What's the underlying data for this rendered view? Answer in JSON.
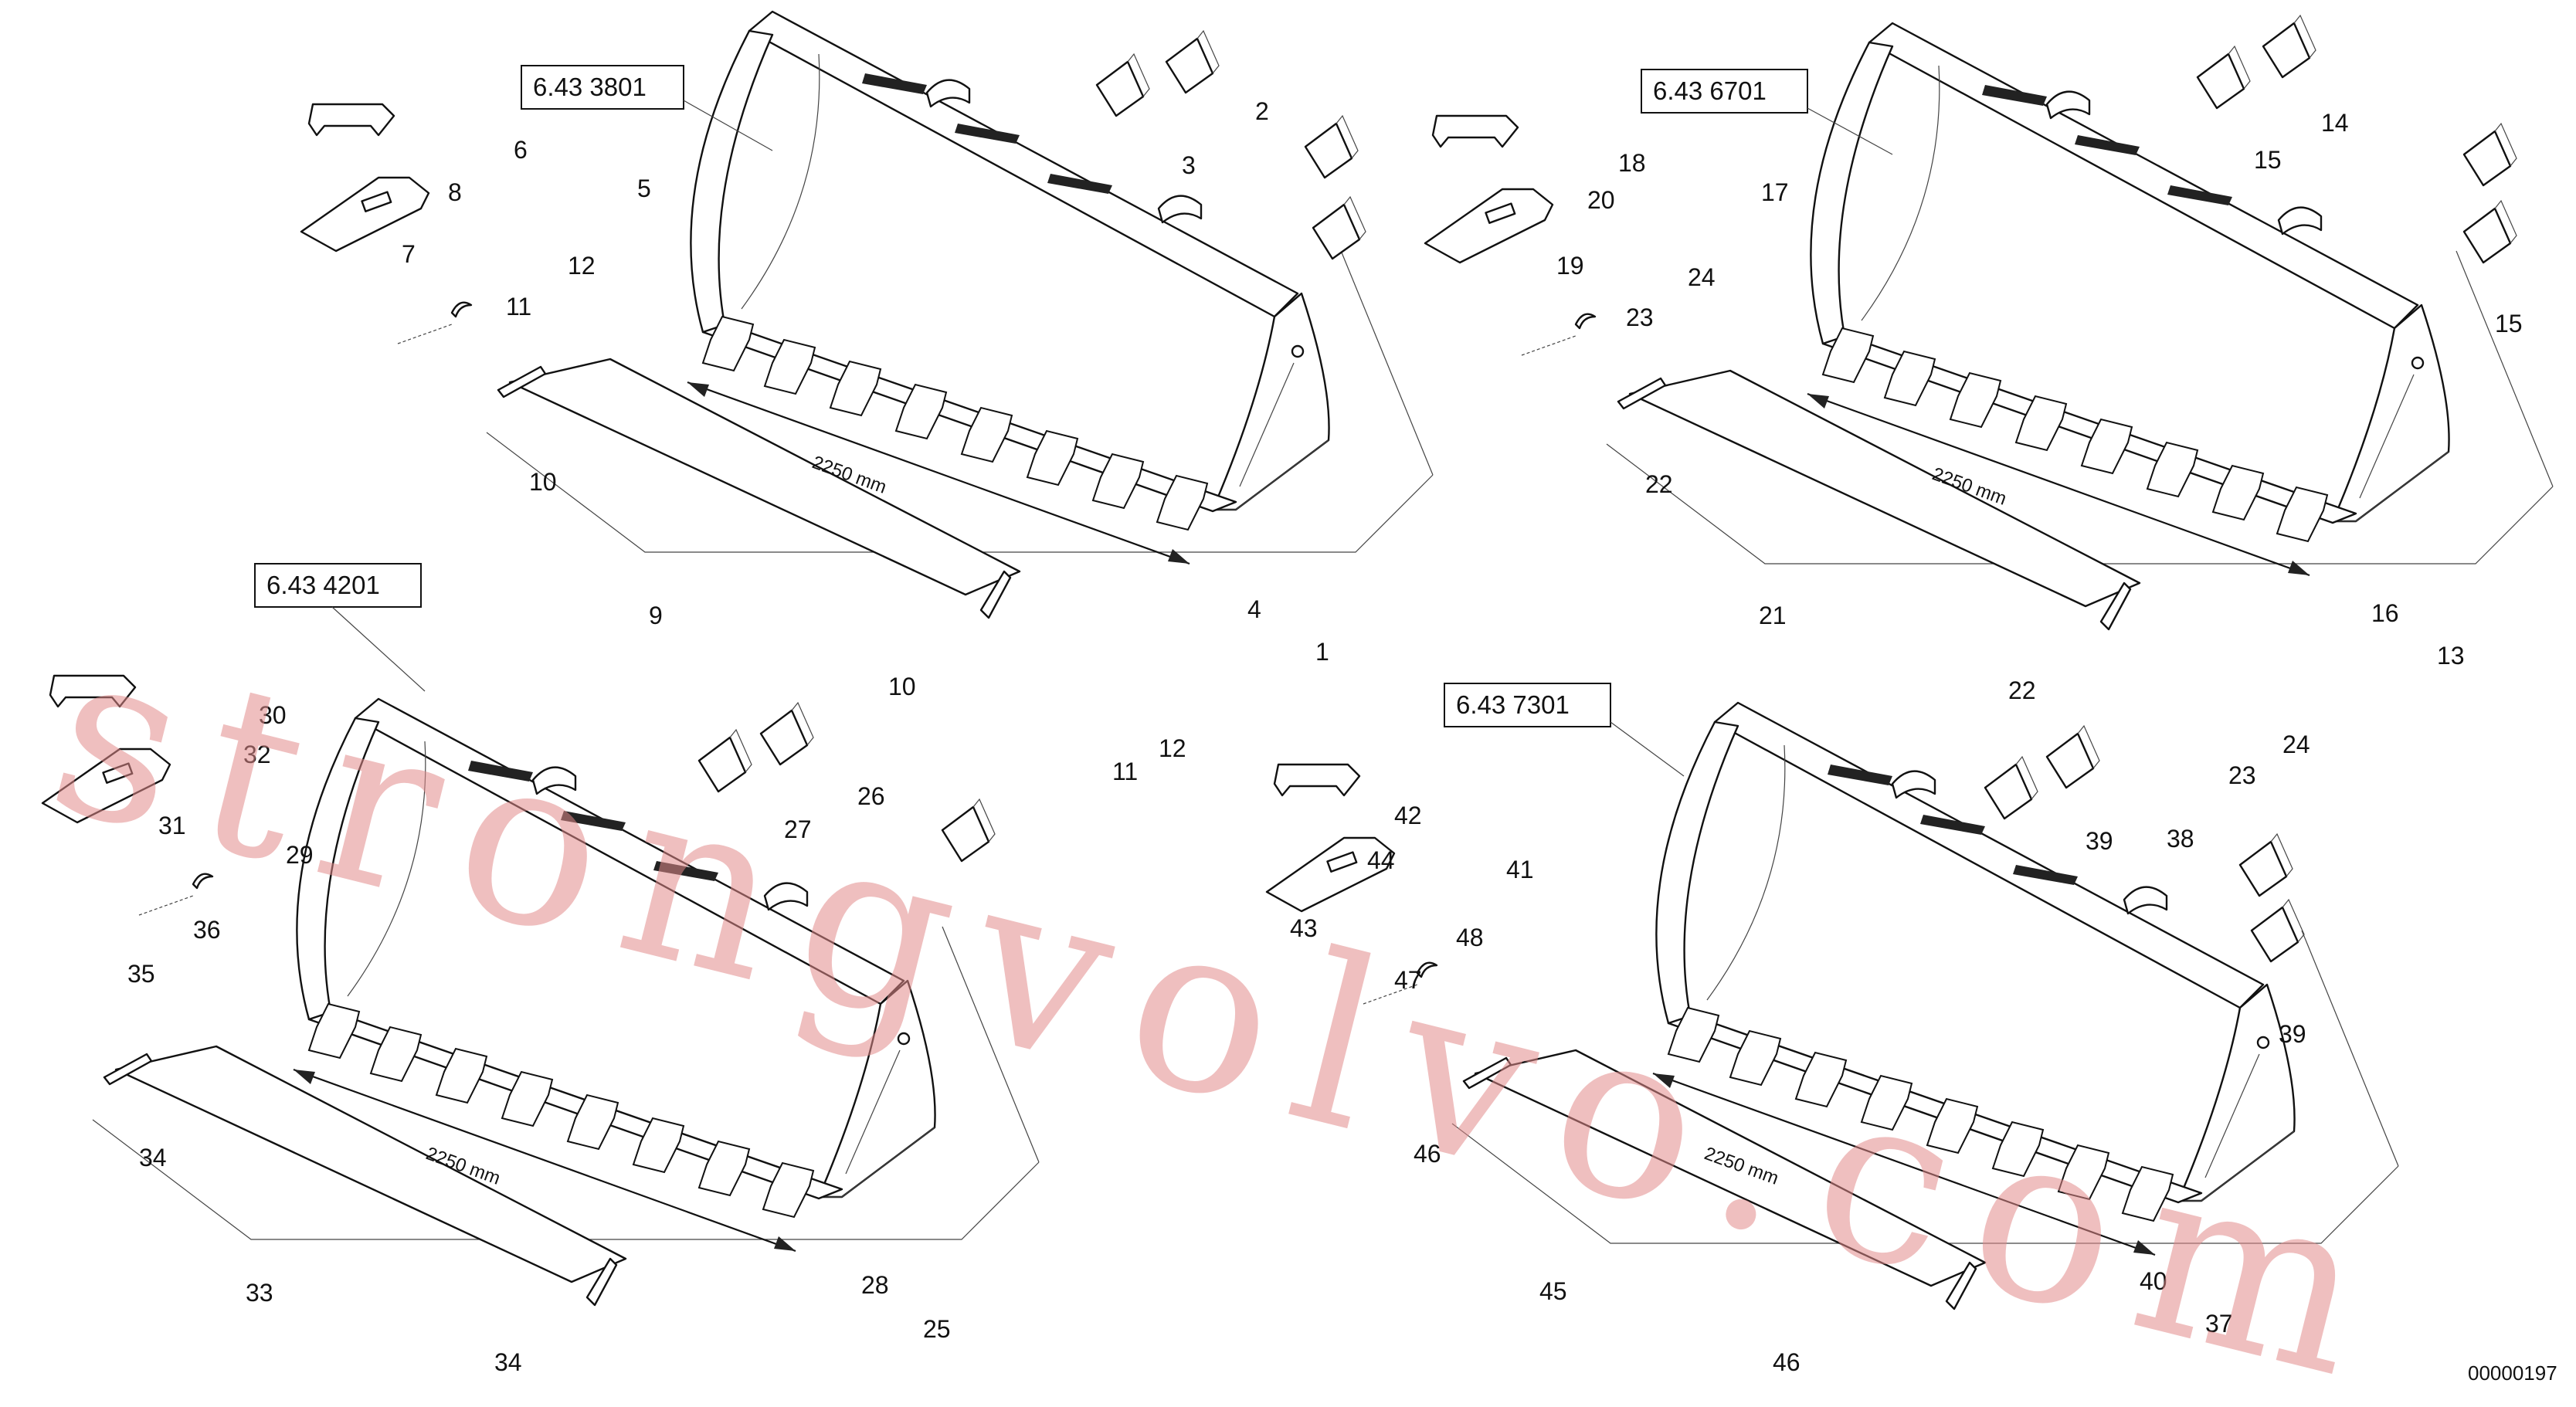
{
  "dimension_label": "2250 mm",
  "drawing_code": "00000197",
  "watermark": "strongvolvo.com",
  "assemblies": [
    {
      "ref": "6.43 3801",
      "labels": [
        "1",
        "2",
        "3",
        "4",
        "5",
        "6",
        "7",
        "8",
        "9",
        "10",
        "10",
        "11",
        "11",
        "12",
        "12"
      ]
    },
    {
      "ref": "6.43 6701",
      "labels": [
        "13",
        "14",
        "15",
        "15",
        "16",
        "17",
        "18",
        "19",
        "20",
        "21",
        "22",
        "22",
        "23",
        "23",
        "24",
        "24"
      ]
    },
    {
      "ref": "6.43 4201",
      "labels": [
        "25",
        "26",
        "27",
        "28",
        "29",
        "30",
        "31",
        "32",
        "33",
        "34",
        "34",
        "35",
        "36"
      ]
    },
    {
      "ref": "6.43 7301",
      "labels": [
        "37",
        "38",
        "39",
        "39",
        "40",
        "41",
        "42",
        "43",
        "44",
        "45",
        "46",
        "46",
        "47",
        "48"
      ]
    }
  ]
}
